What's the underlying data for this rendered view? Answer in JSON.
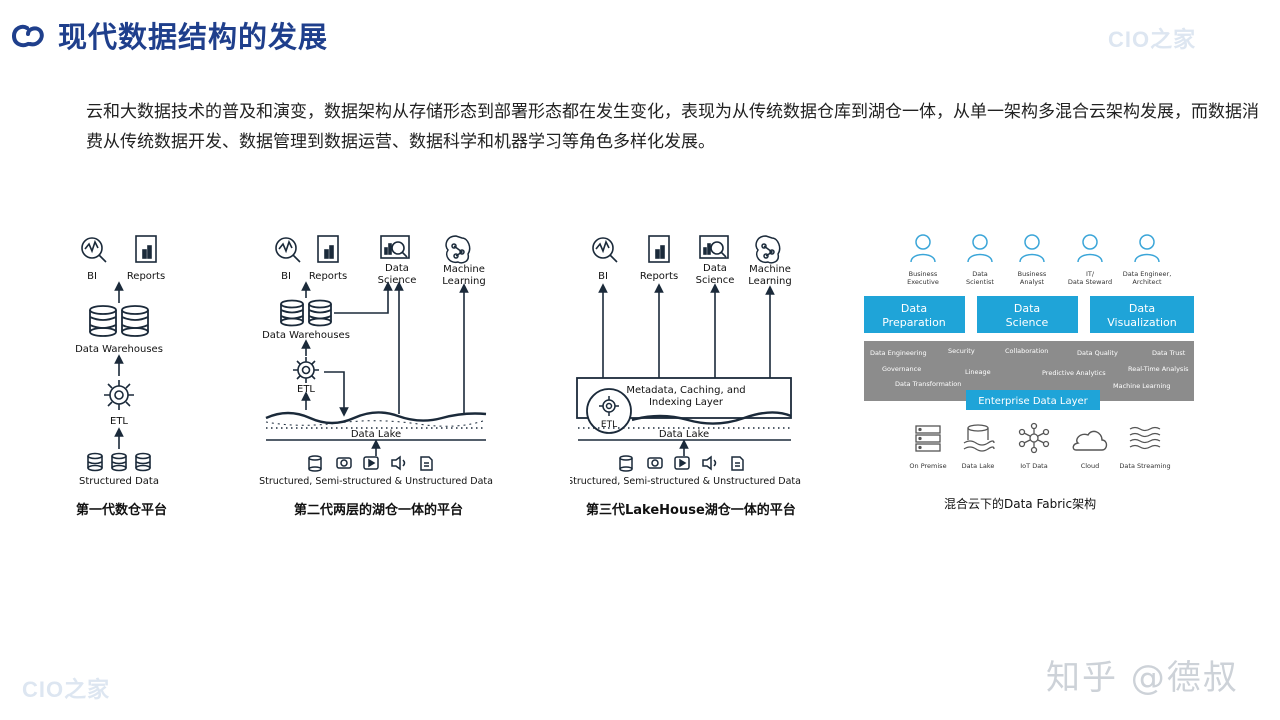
{
  "header": {
    "title": "现代数据结构的发展",
    "brand_watermark": "CIO之家"
  },
  "intro_text": "云和大数据技术的普及和演变，数据架构从存储形态到部署形态都在发生变化，表现为从传统数据仓库到湖仓一体，从单一架构多混合云架构发展，而数据消费从传统数据开发、数据管理到数据运营、数据科学和机器学习等角色多样化发展。",
  "gen1": {
    "bi": "BI",
    "reports": "Reports",
    "warehouses": "Data Warehouses",
    "etl": "ETL",
    "structured": "Structured Data",
    "caption": "第一代数仓平台"
  },
  "gen2": {
    "bi": "BI",
    "reports": "Reports",
    "ds_line1": "Data",
    "ds_line2": "Science",
    "ml_line1": "Machine",
    "ml_line2": "Learning",
    "warehouses": "Data Warehouses",
    "etl": "ETL",
    "lake": "Data Lake",
    "sources": "Structured, Semi-structured & Unstructured Data",
    "caption": "第二代两层的湖仓一体的平台"
  },
  "gen3": {
    "bi": "BI",
    "reports": "Reports",
    "ds_line1": "Data",
    "ds_line2": "Science",
    "ml_line1": "Machine",
    "ml_line2": "Learning",
    "meta_line1": "Metadata, Caching, and",
    "meta_line2": "Indexing Layer",
    "etl": "ETL",
    "lake": "Data Lake",
    "sources": "Structured, Semi-structured & Unstructured Data",
    "caption": "第三代LakeHouse湖仓一体的平台"
  },
  "fabric": {
    "roles": [
      {
        "line1": "Business",
        "line2": "Executive"
      },
      {
        "line1": "Data",
        "line2": "Scientist"
      },
      {
        "line1": "Business",
        "line2": "Analyst"
      },
      {
        "line1": "IT/",
        "line2": "Data Steward"
      },
      {
        "line1": "Data Engineer,",
        "line2": "Architect"
      }
    ],
    "boxes": [
      {
        "line1": "Data",
        "line2": "Preparation"
      },
      {
        "line1": "Data",
        "line2": "Science"
      },
      {
        "line1": "Data",
        "line2": "Visualization"
      }
    ],
    "capabilities": [
      "Data Engineering",
      "Security",
      "Collaboration",
      "Data Quality",
      "Data Trust",
      "Governance",
      "Lineage",
      "Predictive Analytics",
      "Real-Time Analysis",
      "Data Transformation",
      "Machine Learning"
    ],
    "layer": "Enterprise Data Layer",
    "sources": [
      "On Premise",
      "Data Lake",
      "IoT Data",
      "Cloud",
      "Data Streaming"
    ],
    "caption": "混合云下的Data Fabric架构"
  },
  "watermark": {
    "zhihu": "知乎 @德叔"
  },
  "colors": {
    "title": "#1f3f8c",
    "fabric_blue": "#1fa4d8",
    "fabric_gray": "#8c8c8c",
    "diagram_ink": "#1b2a3a"
  }
}
